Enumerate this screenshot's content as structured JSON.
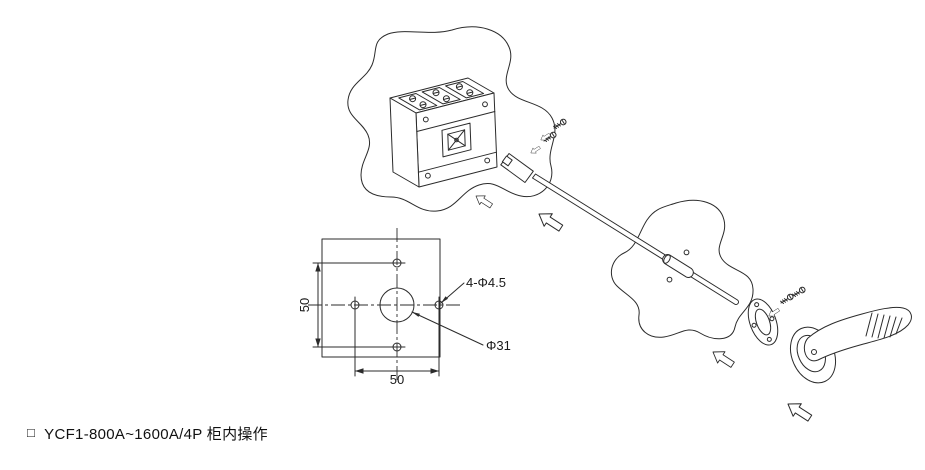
{
  "caption": {
    "bullet": "□",
    "text": "YCF1-800A~1600A/4P 柜内操作"
  },
  "drawing": {
    "width_label": "50",
    "height_label": "50",
    "holes_label": "4-Φ4.5",
    "center_hole_label": "Φ31"
  },
  "colors": {
    "line": "#2b2b2b",
    "background": "#ffffff"
  }
}
